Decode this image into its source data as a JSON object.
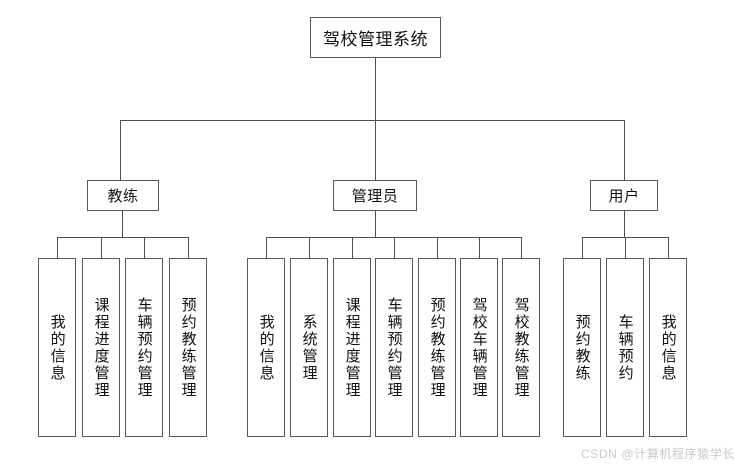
{
  "diagram": {
    "type": "org-chart",
    "title": "驾校管理系统",
    "root": {
      "label": "驾校管理系统"
    },
    "branches": [
      {
        "id": "coach",
        "label": "教练",
        "children": [
          {
            "label": "我的信息"
          },
          {
            "label": "课程进度管理"
          },
          {
            "label": "车辆预约管理"
          },
          {
            "label": "预约教练管理"
          }
        ]
      },
      {
        "id": "admin",
        "label": "管理员",
        "children": [
          {
            "label": "我的信息"
          },
          {
            "label": "系统管理"
          },
          {
            "label": "课程进度管理"
          },
          {
            "label": "车辆预约管理"
          },
          {
            "label": "预约教练管理"
          },
          {
            "label": "驾校车辆管理"
          },
          {
            "label": "驾校教练管理"
          }
        ]
      },
      {
        "id": "user",
        "label": "用户",
        "children": [
          {
            "label": "预约教练"
          },
          {
            "label": "车辆预约"
          },
          {
            "label": "我的信息"
          }
        ]
      }
    ]
  },
  "colors": {
    "box_border": "#59595c",
    "connector": "#4f4f53",
    "text": "#111114",
    "background": "#ffffff",
    "watermark": "#c9c9cd"
  },
  "watermark": {
    "text": "CSDN @计算机程序猿学长"
  }
}
